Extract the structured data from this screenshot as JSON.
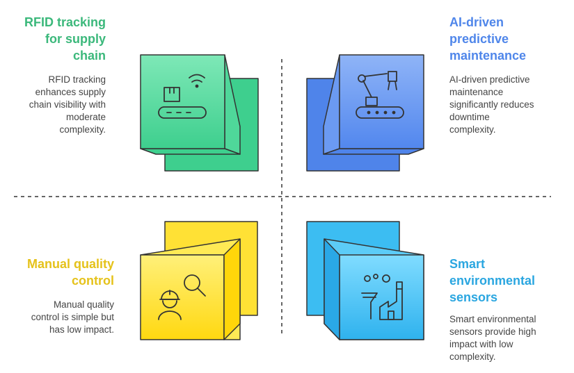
{
  "quadrants": {
    "top_left": {
      "title": "RFID tracking for supply chain",
      "title_lines": [
        "RFID tracking",
        "for supply",
        "chain"
      ],
      "description_lines": [
        "RFID tracking",
        "enhances supply",
        "chain visibility with",
        "moderate",
        "complexity."
      ],
      "title_color": "#3bb87b",
      "icon": "conveyor-box-rfid-icon"
    },
    "top_right": {
      "title": "AI-driven predictive maintenance",
      "title_lines": [
        "AI-driven",
        "predictive",
        "maintenance"
      ],
      "description_lines": [
        "AI-driven predictive",
        "maintenance",
        "significantly reduces",
        "downtime",
        "complexity."
      ],
      "title_color": "#4f86ea",
      "icon": "robot-arm-conveyor-icon"
    },
    "bottom_left": {
      "title": "Manual quality control",
      "title_lines": [
        "Manual quality",
        "control"
      ],
      "description_lines": [
        "Manual quality",
        "control is simple but",
        "has low impact."
      ],
      "title_color": "#e5c21a",
      "icon": "worker-magnifier-icon"
    },
    "bottom_right": {
      "title": "Smart environmental sensors",
      "title_lines": [
        "Smart",
        "environmental",
        "sensors"
      ],
      "description_lines": [
        "Smart environmental",
        "sensors provide high",
        "impact with low",
        "complexity."
      ],
      "title_color": "#2aa6e0",
      "icon": "factory-sensor-icon"
    }
  },
  "colors": {
    "green": "#3ecf8e",
    "blue": "#5a8df0",
    "yellow": "#ffe135",
    "cyan": "#3cbdf2",
    "outline": "#333333"
  }
}
